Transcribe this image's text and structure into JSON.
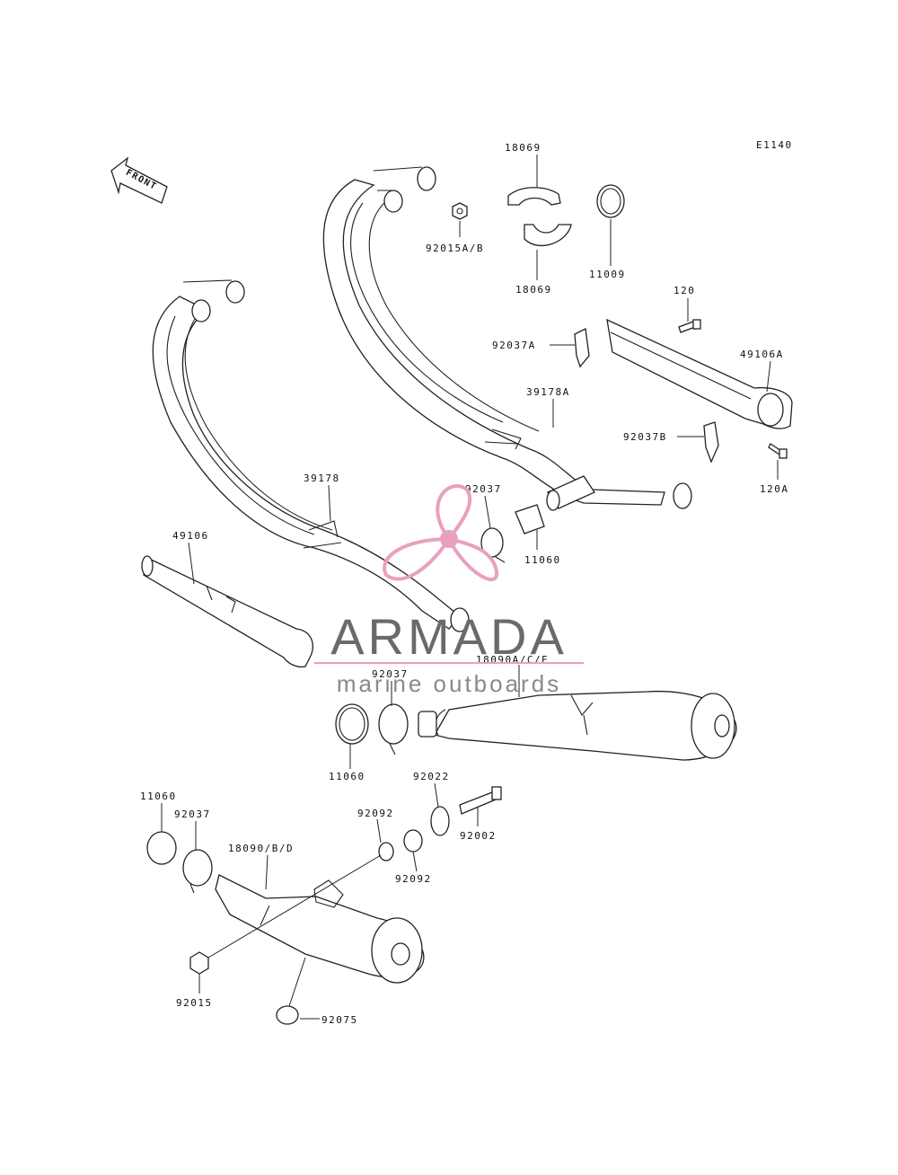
{
  "diagram_code": "E1140",
  "front_label": "FRONT",
  "watermark": {
    "title": "ARMADA",
    "subtitle": "marine outboards",
    "logo_color": "#e8a0c0"
  },
  "labels": {
    "p18069_top": "18069",
    "p18069_bottom": "18069",
    "p92015ab": "92015A/B",
    "p11009": "11009",
    "p120": "120",
    "p92037a": "92037A",
    "p49106a": "49106A",
    "p39178a": "39178A",
    "p92037b": "92037B",
    "p120a": "120A",
    "p39178": "39178",
    "p92037_mid": "92037",
    "p11060_mid": "11060",
    "p49106": "49106",
    "p18090ace": "18090A/C/E",
    "p92037_lower": "92037",
    "p11060_lower": "11060",
    "p92022": "92022",
    "p92002": "92002",
    "p11060_left": "11060",
    "p92037_left": "92037",
    "p92092_top": "92092",
    "p92092_bottom": "92092",
    "p18090bd": "18090/B/D",
    "p92015": "92015",
    "p92075": "92075"
  }
}
